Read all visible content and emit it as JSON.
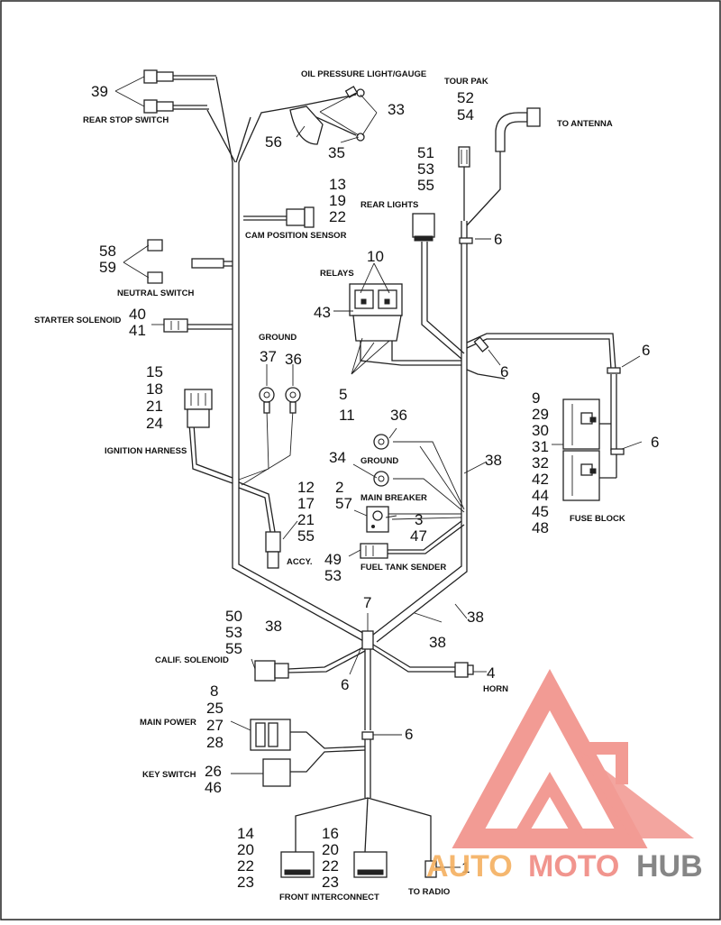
{
  "labels": {
    "oil_pressure": "OIL PRESSURE LIGHT/GAUGE",
    "tour_pak": "TOUR PAK",
    "to_antenna": "TO ANTENNA",
    "rear_stop_switch": "REAR STOP SWITCH",
    "rear_lights": "REAR LIGHTS",
    "cam_position_sensor": "CAM POSITION SENSOR",
    "relays": "RELAYS",
    "neutral_switch": "NEUTRAL SWITCH",
    "starter_solenoid": "STARTER SOLENOID",
    "ground_1": "GROUND",
    "ground_2": "GROUND",
    "ignition_harness": "IGNITION HARNESS",
    "main_breaker": "MAIN BREAKER",
    "fuse_block": "FUSE BLOCK",
    "accy": "ACCY.",
    "fuel_tank_sender": "FUEL TANK SENDER",
    "calif_solenoid": "CALIF. SOLENOID",
    "horn": "HORN",
    "main_power": "MAIN POWER",
    "key_switch": "KEY SWITCH",
    "front_interconnect": "FRONT INTERCONNECT",
    "to_radio": "TO RADIO"
  },
  "callouts": {
    "c39": "39",
    "c33": "33",
    "c56": "56",
    "c35": "35",
    "c52": "52",
    "c54": "54",
    "c51": "51",
    "c53a": "53",
    "c55a": "55",
    "c6a": "6",
    "c13": "13",
    "c19": "19",
    "c22a": "22",
    "c10": "10",
    "c43": "43",
    "c58": "58",
    "c59": "59",
    "c40": "40",
    "c41": "41",
    "c37": "37",
    "c36a": "36",
    "c6b": "6",
    "c6c": "6",
    "c5": "5",
    "c11": "11",
    "c15": "15",
    "c18": "18",
    "c21a": "21",
    "c24": "24",
    "c36b": "36",
    "c34": "34",
    "c38a": "38",
    "c9": "9",
    "c29": "29",
    "c30": "30",
    "c31": "31",
    "c32": "32",
    "c42": "42",
    "c44": "44",
    "c45": "45",
    "c48": "48",
    "c6d": "6",
    "c12": "12",
    "c17": "17",
    "c21b": "21",
    "c55b": "55",
    "c2": "2",
    "c57": "57",
    "c3": "3",
    "c47": "47",
    "c49": "49",
    "c53b": "53",
    "c7": "7",
    "c50": "50",
    "c53c": "53",
    "c55c": "55",
    "c38b": "38",
    "c38c": "38",
    "c38d": "38",
    "c6e": "6",
    "c4": "4",
    "c8": "8",
    "c25": "25",
    "c27": "27",
    "c28": "28",
    "c6f": "6",
    "c26": "26",
    "c46": "46",
    "c14": "14",
    "c20a": "20",
    "c22b": "22",
    "c23a": "23",
    "c16": "16",
    "c20b": "20",
    "c22c": "22",
    "c23b": "23",
    "c1": "1"
  },
  "watermark": {
    "text_auto": "AUTO",
    "text_moto": "MOTO",
    "text_hub": "HUB",
    "color_red": "#f08a82",
    "color_orange": "#f5b060",
    "color_gray": "#7a7a7a"
  }
}
